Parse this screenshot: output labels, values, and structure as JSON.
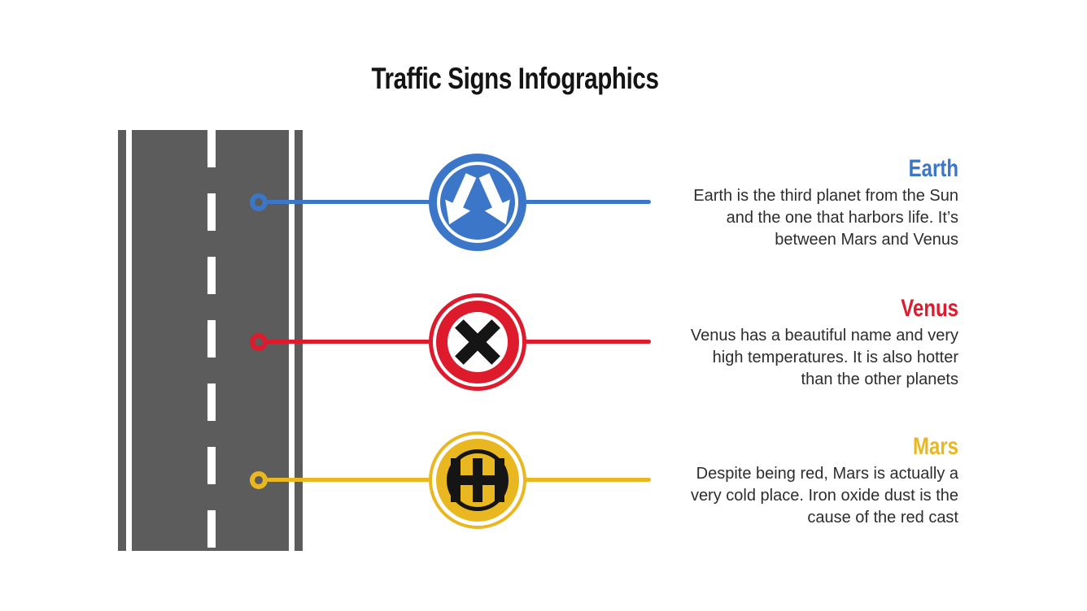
{
  "title": "Traffic Signs Infographics",
  "colors": {
    "road_gray": "#5C5C5C",
    "earth_blue": "#3B76C8",
    "venus_red": "#DD1B2D",
    "mars_yellow": "#E9B71F",
    "title_black": "#141414",
    "body_text": "#2D2D2D"
  },
  "road": {
    "description": "vertical road graphic with white edge lines and dashed center line"
  },
  "sections": [
    {
      "id": "earth",
      "heading": "Earth",
      "color": "#3B76C8",
      "sign": "pass-either-side-sign",
      "lines": [
        "Earth is the third planet from the Sun",
        "and the one that harbors life. It’s",
        "between Mars and Venus"
      ]
    },
    {
      "id": "venus",
      "heading": "Venus",
      "color": "#DD1B2D",
      "sign": "prohibition-x-sign",
      "lines": [
        "Venus has a beautiful name and very",
        "high temperatures. It is also hotter",
        "than the other planets"
      ]
    },
    {
      "id": "mars",
      "heading": "Mars",
      "color": "#E9B71F",
      "sign": "double-h-sign",
      "lines": [
        "Despite being red, Mars is actually a",
        "very cold place. Iron oxide dust is the",
        "cause of the red cast"
      ]
    }
  ]
}
